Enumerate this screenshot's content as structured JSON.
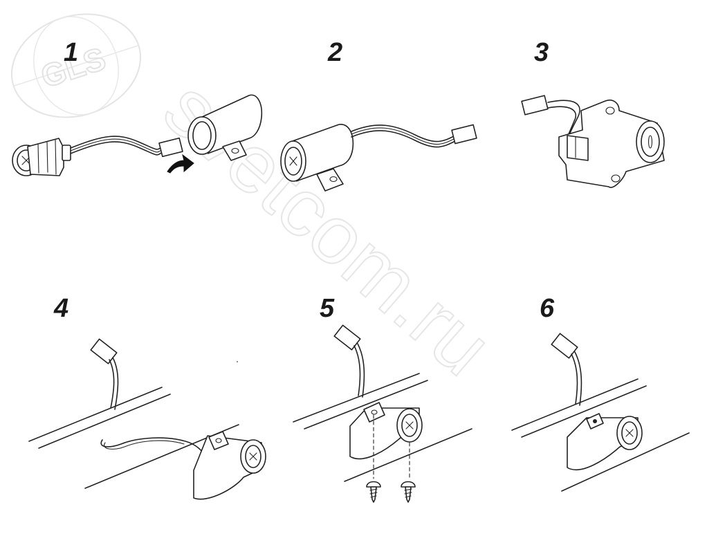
{
  "watermark": {
    "logo_text": "GLS",
    "site_text": "svetcom.ru"
  },
  "steps": [
    {
      "number": "1"
    },
    {
      "number": "2"
    },
    {
      "number": "3"
    },
    {
      "number": "4"
    },
    {
      "number": "5"
    },
    {
      "number": "6"
    }
  ],
  "icons": [
    "arrow-icon",
    "screw-icon",
    "switch-head-icon",
    "connector-icon"
  ],
  "colors": {
    "line": "#222222",
    "watermark": "#e6e6e6",
    "background": "#ffffff"
  }
}
